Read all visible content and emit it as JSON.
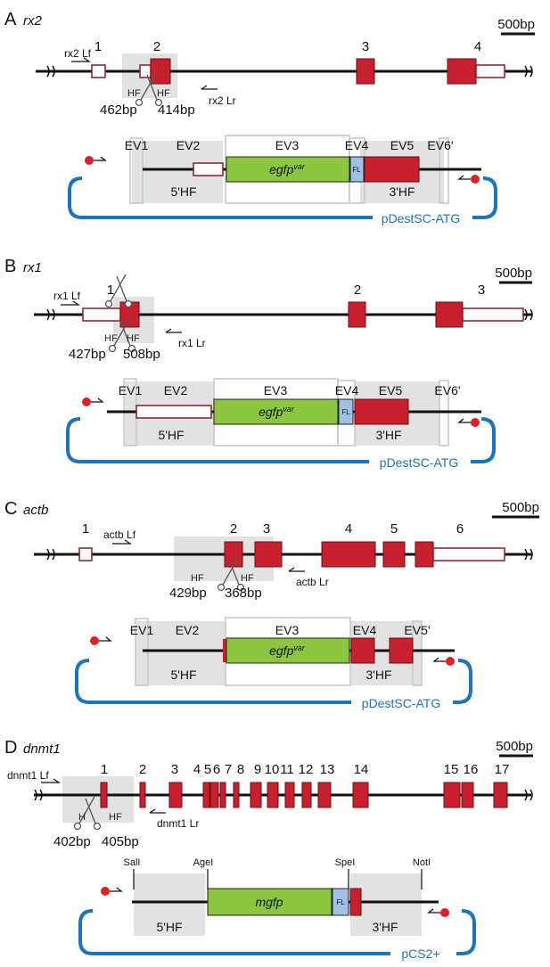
{
  "colors": {
    "exon": "#c8202f",
    "exon_stroke": "#6b0e15",
    "utr_stroke": "#8b1a22",
    "gfp": "#8cc63f",
    "fl": "#9fc2e3",
    "vector": "#1b75bb",
    "hf_box": "#e2e2e2",
    "ev_box": "#b9c9cc",
    "pin": "#e21f26"
  },
  "panels": [
    {
      "id": "A",
      "gene": "rx2",
      "scale": "500bp",
      "exon_numbers": [
        "1",
        "2",
        "3",
        "4"
      ],
      "primers": {
        "forward": "rx2 Lf",
        "reverse": "rx2 Lr"
      },
      "hf_tags": [
        "HF",
        "HF"
      ],
      "hf_lengths": [
        "462bp",
        "414bp"
      ],
      "donor": {
        "ev_labels": [
          "EV1",
          "EV2",
          "EV3",
          "EV4",
          "EV5",
          "EV6'"
        ],
        "hf_left": "5'HF",
        "hf_right": "3'HF",
        "insert": {
          "base": "egfp",
          "sup": "var"
        },
        "fl": "FL",
        "vector": "pDestSC-ATG"
      }
    },
    {
      "id": "B",
      "gene": "rx1",
      "scale": "500bp",
      "exon_numbers": [
        "1",
        "2",
        "3"
      ],
      "primers": {
        "forward": "rx1 Lf",
        "reverse": "rx1 Lr"
      },
      "hf_tags": [
        "HF",
        "HF"
      ],
      "hf_lengths": [
        "427bp",
        "508bp"
      ],
      "donor": {
        "ev_labels": [
          "EV1",
          "EV2",
          "EV3",
          "EV4",
          "EV5",
          "EV6'"
        ],
        "hf_left": "5'HF",
        "hf_right": "3'HF",
        "insert": {
          "base": "egfp",
          "sup": "var"
        },
        "fl": "FL",
        "vector": "pDestSC-ATG"
      }
    },
    {
      "id": "C",
      "gene": "actb",
      "scale": "500bp",
      "exon_numbers": [
        "1",
        "2",
        "3",
        "4",
        "5",
        "6"
      ],
      "primers": {
        "forward": "actb Lf",
        "reverse": "actb Lr"
      },
      "hf_tags": [
        "HF",
        "HF"
      ],
      "hf_lengths": [
        "429bp",
        "368bp"
      ],
      "donor": {
        "ev_labels": [
          "EV1",
          "EV2",
          "EV3",
          "EV4",
          "EV5'"
        ],
        "hf_left": "5'HF",
        "hf_right": "3'HF",
        "insert": {
          "base": "egfp",
          "sup": "var"
        },
        "vector": "pDestSC-ATG"
      }
    },
    {
      "id": "D",
      "gene": "dnmt1",
      "scale": "500bp",
      "exon_numbers": [
        "1",
        "2",
        "3",
        "4",
        "5",
        "6",
        "7",
        "8",
        "9",
        "10",
        "11",
        "12",
        "13",
        "14",
        "15",
        "16",
        "17"
      ],
      "primers": {
        "forward": "dnmt1 Lf",
        "reverse": "dnmt1 Lr"
      },
      "hf_tags": [
        "H",
        "HF"
      ],
      "hf_lengths": [
        "402bp",
        "405bp"
      ],
      "donor": {
        "sites": [
          "SalI",
          "AgeI",
          "SpeI",
          "NotI"
        ],
        "hf_left": "5'HF",
        "hf_right": "3'HF",
        "insert": {
          "base": "mgfp",
          "sup": ""
        },
        "fl": "FL",
        "vector": "pCS2+"
      }
    }
  ]
}
